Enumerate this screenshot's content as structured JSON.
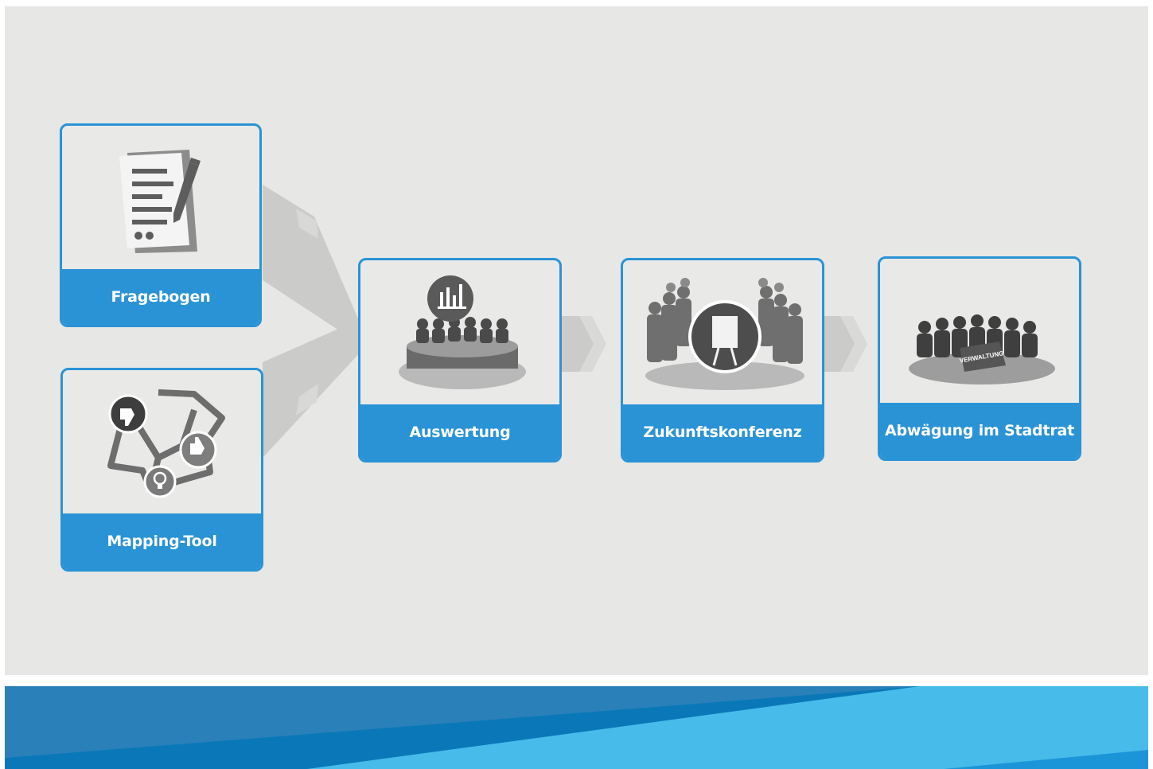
{
  "steps": {
    "fragebogen": {
      "label": "Fragebogen",
      "icon": "questionnaire-icon"
    },
    "mapping_tool": {
      "label": "Mapping-Tool",
      "icon": "map-feedback-icon"
    },
    "auswertung": {
      "label": "Auswertung",
      "icon": "evaluation-meeting-icon"
    },
    "zukunftskonferenz": {
      "label": "Zukunftskonferenz",
      "icon": "conference-group-icon"
    },
    "abwaegung": {
      "label": "Abwägung im Stadtrat",
      "icon": "city-council-icon",
      "table_label": "VERWALTUNG"
    }
  },
  "colors": {
    "accent": "#2a93d5",
    "background": "#e7e7e5",
    "arrow": "#cbcbc9",
    "icon": "#555555"
  }
}
